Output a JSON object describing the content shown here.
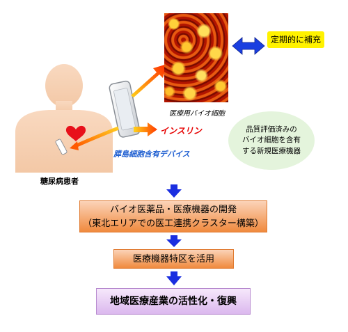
{
  "labels": {
    "periodic_supply": "定期的に補充",
    "medical_cells": "医療用バイオ細胞",
    "insulin": "インスリン",
    "islet_device": "膵島細胞含有デバイス",
    "patient": "糖尿病患者",
    "quality_note": [
      "品質評価済みの",
      "バイオ細胞を含有",
      "する新規医療機器"
    ]
  },
  "flow": {
    "step1": [
      "バイオ医薬品・医療機器の開発",
      "（東北エリアでの医工連携クラスター構築）"
    ],
    "step2": "医療機器特区を活用",
    "step3": "地域医療産業の活性化・復興"
  },
  "colors": {
    "supply_bg": "#fff200",
    "device_text": "#1f5fd1",
    "insulin_text": "#e60000",
    "flow_arrow": "#1a2ee0",
    "box_orange": "#f08a3e",
    "box_purple": "#dbb8ee",
    "ellipse_bg": "#e4f4dc"
  }
}
